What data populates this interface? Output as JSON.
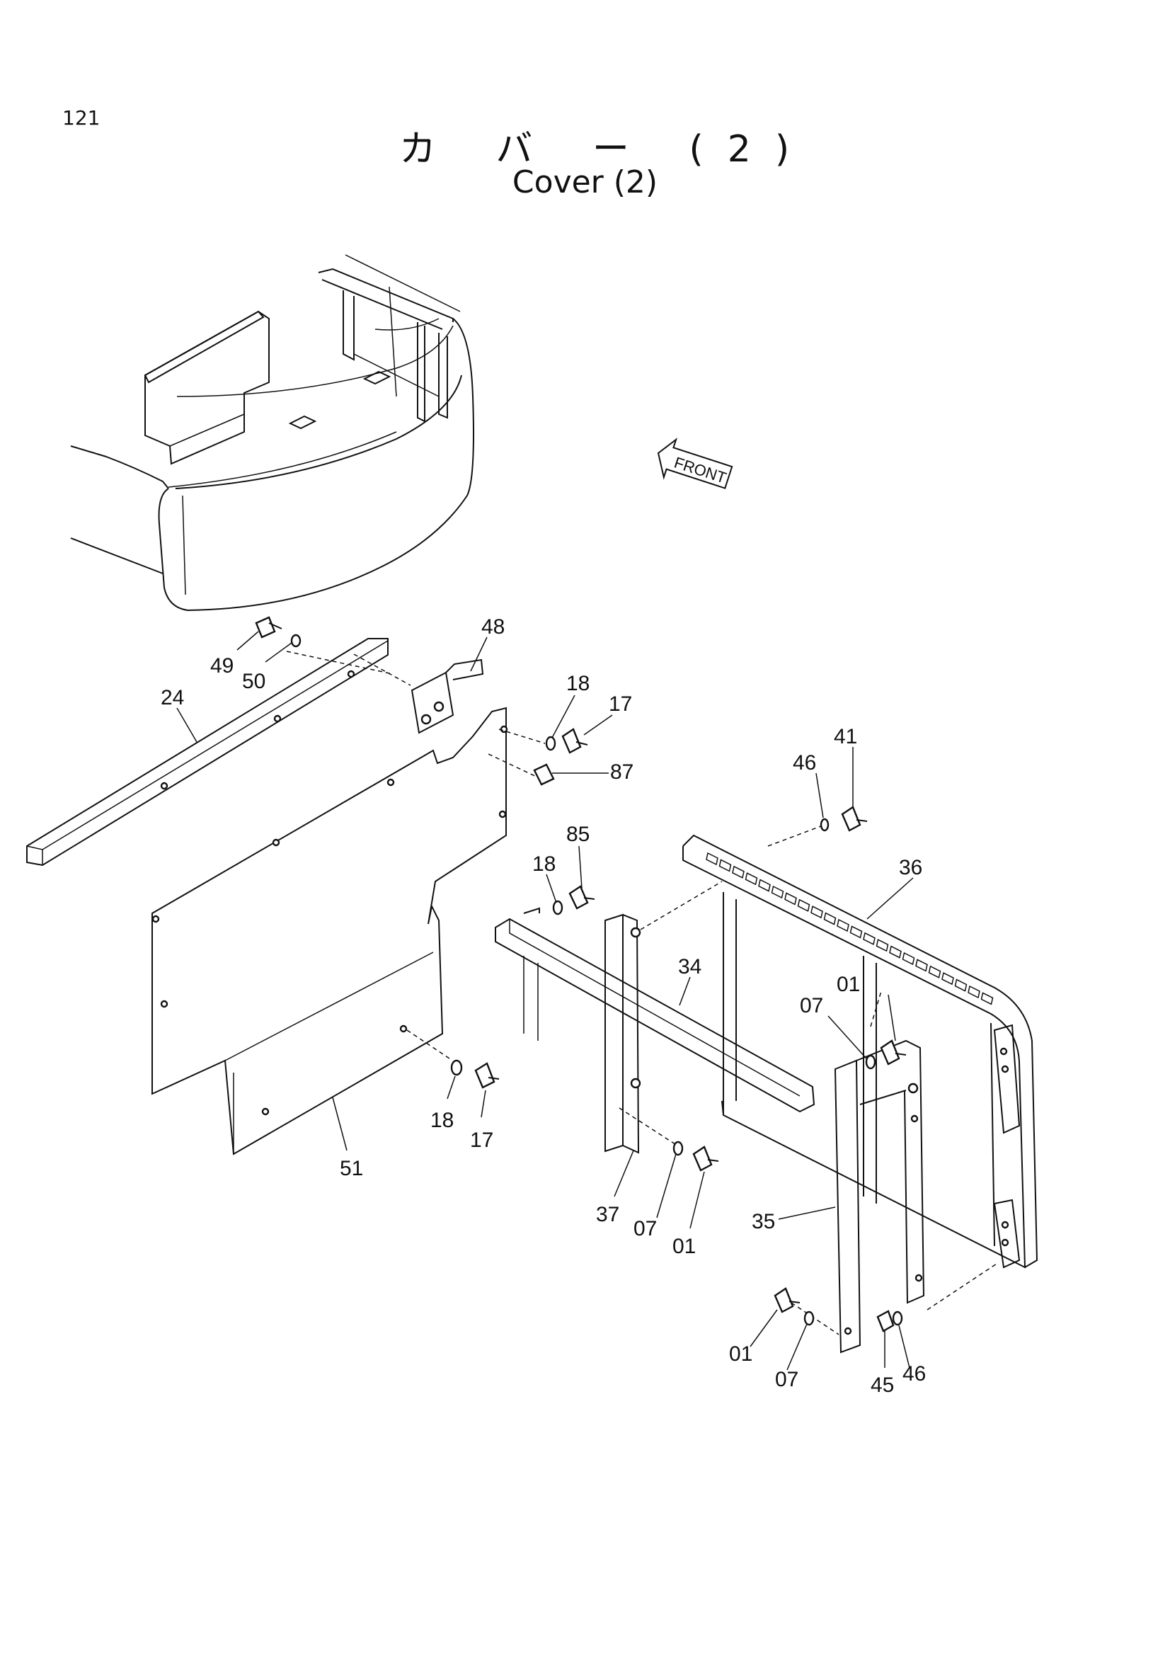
{
  "page": {
    "number": "121",
    "title_jp": "カ バ ー (2)",
    "title_en": "Cover (2)",
    "front_arrow_label": "FRONT"
  },
  "callouts": [
    {
      "id": "c49",
      "text": "49"
    },
    {
      "id": "c50",
      "text": "50"
    },
    {
      "id": "c48",
      "text": "48"
    },
    {
      "id": "c24",
      "text": "24"
    },
    {
      "id": "c18a",
      "text": "18"
    },
    {
      "id": "c17a",
      "text": "17"
    },
    {
      "id": "c87",
      "text": "87"
    },
    {
      "id": "c46a",
      "text": "46"
    },
    {
      "id": "c41",
      "text": "41"
    },
    {
      "id": "c85",
      "text": "85"
    },
    {
      "id": "c18b",
      "text": "18"
    },
    {
      "id": "c36",
      "text": "36"
    },
    {
      "id": "c34",
      "text": "34"
    },
    {
      "id": "c01a",
      "text": "01"
    },
    {
      "id": "c07a",
      "text": "07"
    },
    {
      "id": "c18c",
      "text": "18"
    },
    {
      "id": "c17b",
      "text": "17"
    },
    {
      "id": "c51",
      "text": "51"
    },
    {
      "id": "c37",
      "text": "37"
    },
    {
      "id": "c07b",
      "text": "07"
    },
    {
      "id": "c01b",
      "text": "01"
    },
    {
      "id": "c35",
      "text": "35"
    },
    {
      "id": "c01c",
      "text": "01"
    },
    {
      "id": "c07c",
      "text": "07"
    },
    {
      "id": "c45",
      "text": "45"
    },
    {
      "id": "c46b",
      "text": "46"
    }
  ]
}
